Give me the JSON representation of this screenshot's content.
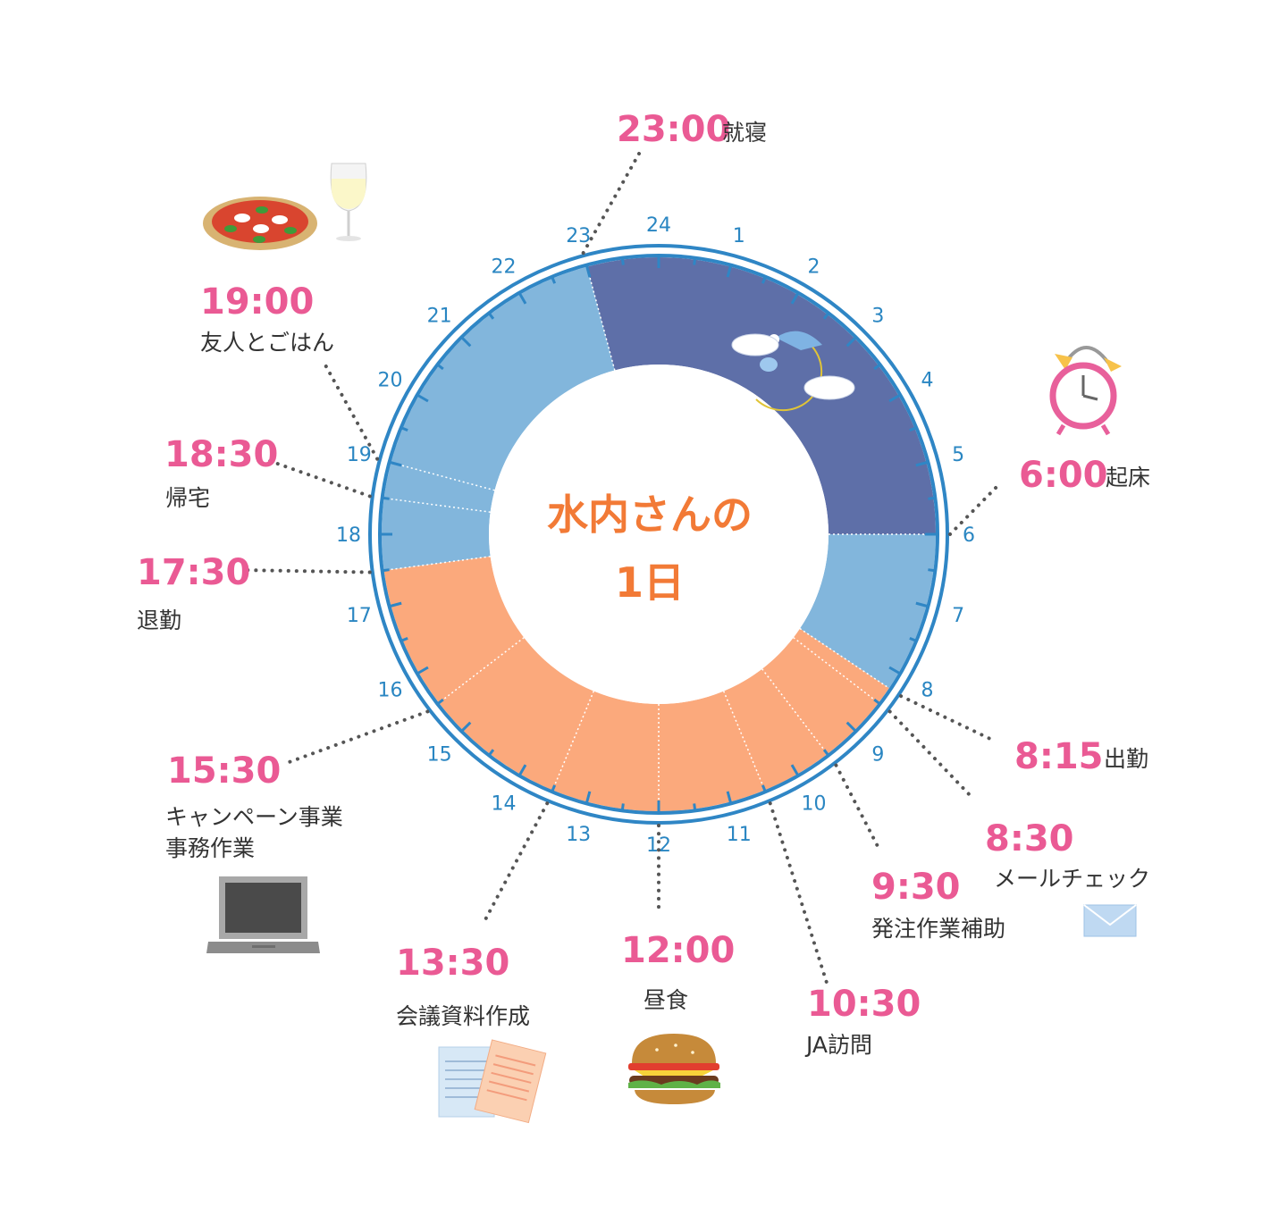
{
  "title": {
    "line1": "水内さんの",
    "line2": "1日"
  },
  "hours": [
    "24",
    "1",
    "2",
    "3",
    "4",
    "5",
    "6",
    "7",
    "8",
    "9",
    "10",
    "11",
    "12",
    "13",
    "14",
    "15",
    "16",
    "17",
    "18",
    "19",
    "20",
    "21",
    "22",
    "23"
  ],
  "segments": [
    {
      "start": 23,
      "end": 30,
      "kind": "sleep"
    },
    {
      "start": 6,
      "end": 8.25,
      "kind": "home"
    },
    {
      "start": 8.25,
      "end": 17.5,
      "kind": "work"
    },
    {
      "start": 17.5,
      "end": 23,
      "kind": "home"
    }
  ],
  "colors": {
    "sleep": "#5e6fa8",
    "home": "#82b6dc",
    "work": "#fba97c",
    "ring": "#2f86c5",
    "accent": "#ea5a94",
    "title": "#f27a36"
  },
  "events": [
    {
      "time": "23:00",
      "label": "就寝",
      "hour": 23
    },
    {
      "time": "6:00",
      "label": "起床",
      "hour": 6
    },
    {
      "time": "8:15",
      "label": "出勤",
      "hour": 8.25
    },
    {
      "time": "8:30",
      "label": "メールチェック",
      "hour": 8.5
    },
    {
      "time": "9:30",
      "label": "発注作業補助",
      "hour": 9.5
    },
    {
      "time": "10:30",
      "label": "JA訪問",
      "hour": 10.5
    },
    {
      "time": "12:00",
      "label": "昼食",
      "hour": 12
    },
    {
      "time": "13:30",
      "label": "会議資料作成",
      "hour": 13.5
    },
    {
      "time": "15:30",
      "label": "キャンペーン事業",
      "label2": "事務作業",
      "hour": 15.5
    },
    {
      "time": "17:30",
      "label": "退勤",
      "hour": 17.5
    },
    {
      "time": "18:30",
      "label": "帰宅",
      "hour": 18.5
    },
    {
      "time": "19:00",
      "label": "友人とごはん",
      "hour": 19
    }
  ],
  "illustrations": [
    "moon-icon",
    "alarm-clock-icon",
    "envelope-icon",
    "hamburger-icon",
    "documents-icon",
    "laptop-icon",
    "pizza-icon",
    "wine-glass-icon"
  ]
}
